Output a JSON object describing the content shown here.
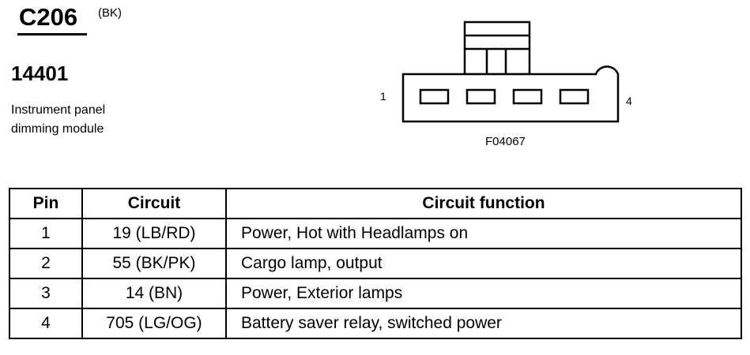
{
  "header": {
    "connector_id": "C206",
    "connector_color": "(BK)",
    "part_number": "14401",
    "description_lines": [
      "Instrument panel",
      "dimming module"
    ]
  },
  "diagram": {
    "pin_left": "1",
    "pin_right": "4",
    "figure_id": "F04067"
  },
  "table": {
    "headers": {
      "pin": "Pin",
      "circuit": "Circuit",
      "function": "Circuit function"
    },
    "rows": [
      {
        "pin": "1",
        "circuit": "19 (LB/RD)",
        "function": "Power, Hot with Headlamps on"
      },
      {
        "pin": "2",
        "circuit": "55 (BK/PK)",
        "function": "Cargo lamp, output"
      },
      {
        "pin": "3",
        "circuit": "14 (BN)",
        "function": "Power, Exterior lamps"
      },
      {
        "pin": "4",
        "circuit": "705 (LG/OG)",
        "function": "Battery saver relay, switched power"
      }
    ]
  }
}
